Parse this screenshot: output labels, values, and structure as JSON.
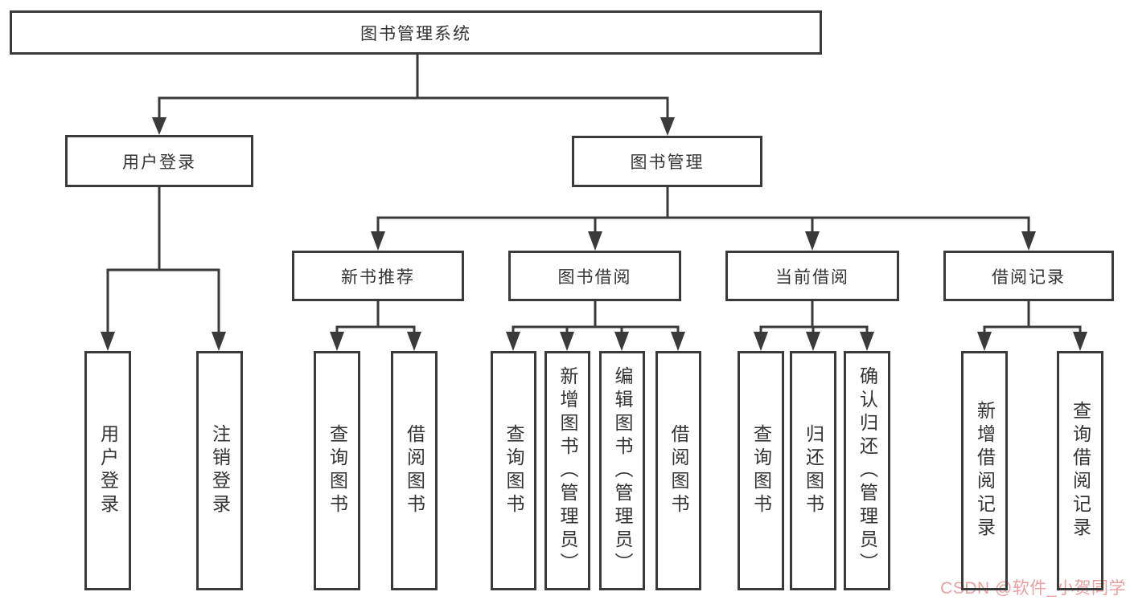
{
  "diagram": {
    "root": {
      "label": "图书管理系统"
    },
    "children": [
      {
        "label": "用户登录",
        "children": [
          {
            "label": "用户登录"
          },
          {
            "label": "注销登录"
          }
        ]
      },
      {
        "label": "图书管理",
        "children": [
          {
            "label": "新书推荐",
            "children": [
              {
                "label": "查询图书"
              },
              {
                "label": "借阅图书"
              }
            ]
          },
          {
            "label": "图书借阅",
            "children": [
              {
                "label": "查询图书"
              },
              {
                "label": "新增图书（管理员）"
              },
              {
                "label": "编辑图书（管理员）"
              },
              {
                "label": "借阅图书"
              }
            ]
          },
          {
            "label": "当前借阅",
            "children": [
              {
                "label": "查询图书"
              },
              {
                "label": "归还图书"
              },
              {
                "label": "确认归还（管理员）"
              }
            ]
          },
          {
            "label": "借阅记录",
            "children": [
              {
                "label": "新增借阅记录"
              },
              {
                "label": "查询借阅记录"
              }
            ]
          }
        ]
      }
    ]
  },
  "watermark": {
    "text": "CSDN @软件_小贺同学",
    "color": "#eb9494"
  },
  "colors": {
    "line": "#3a3a3a",
    "text": "#333333",
    "background": "#ffffff"
  }
}
